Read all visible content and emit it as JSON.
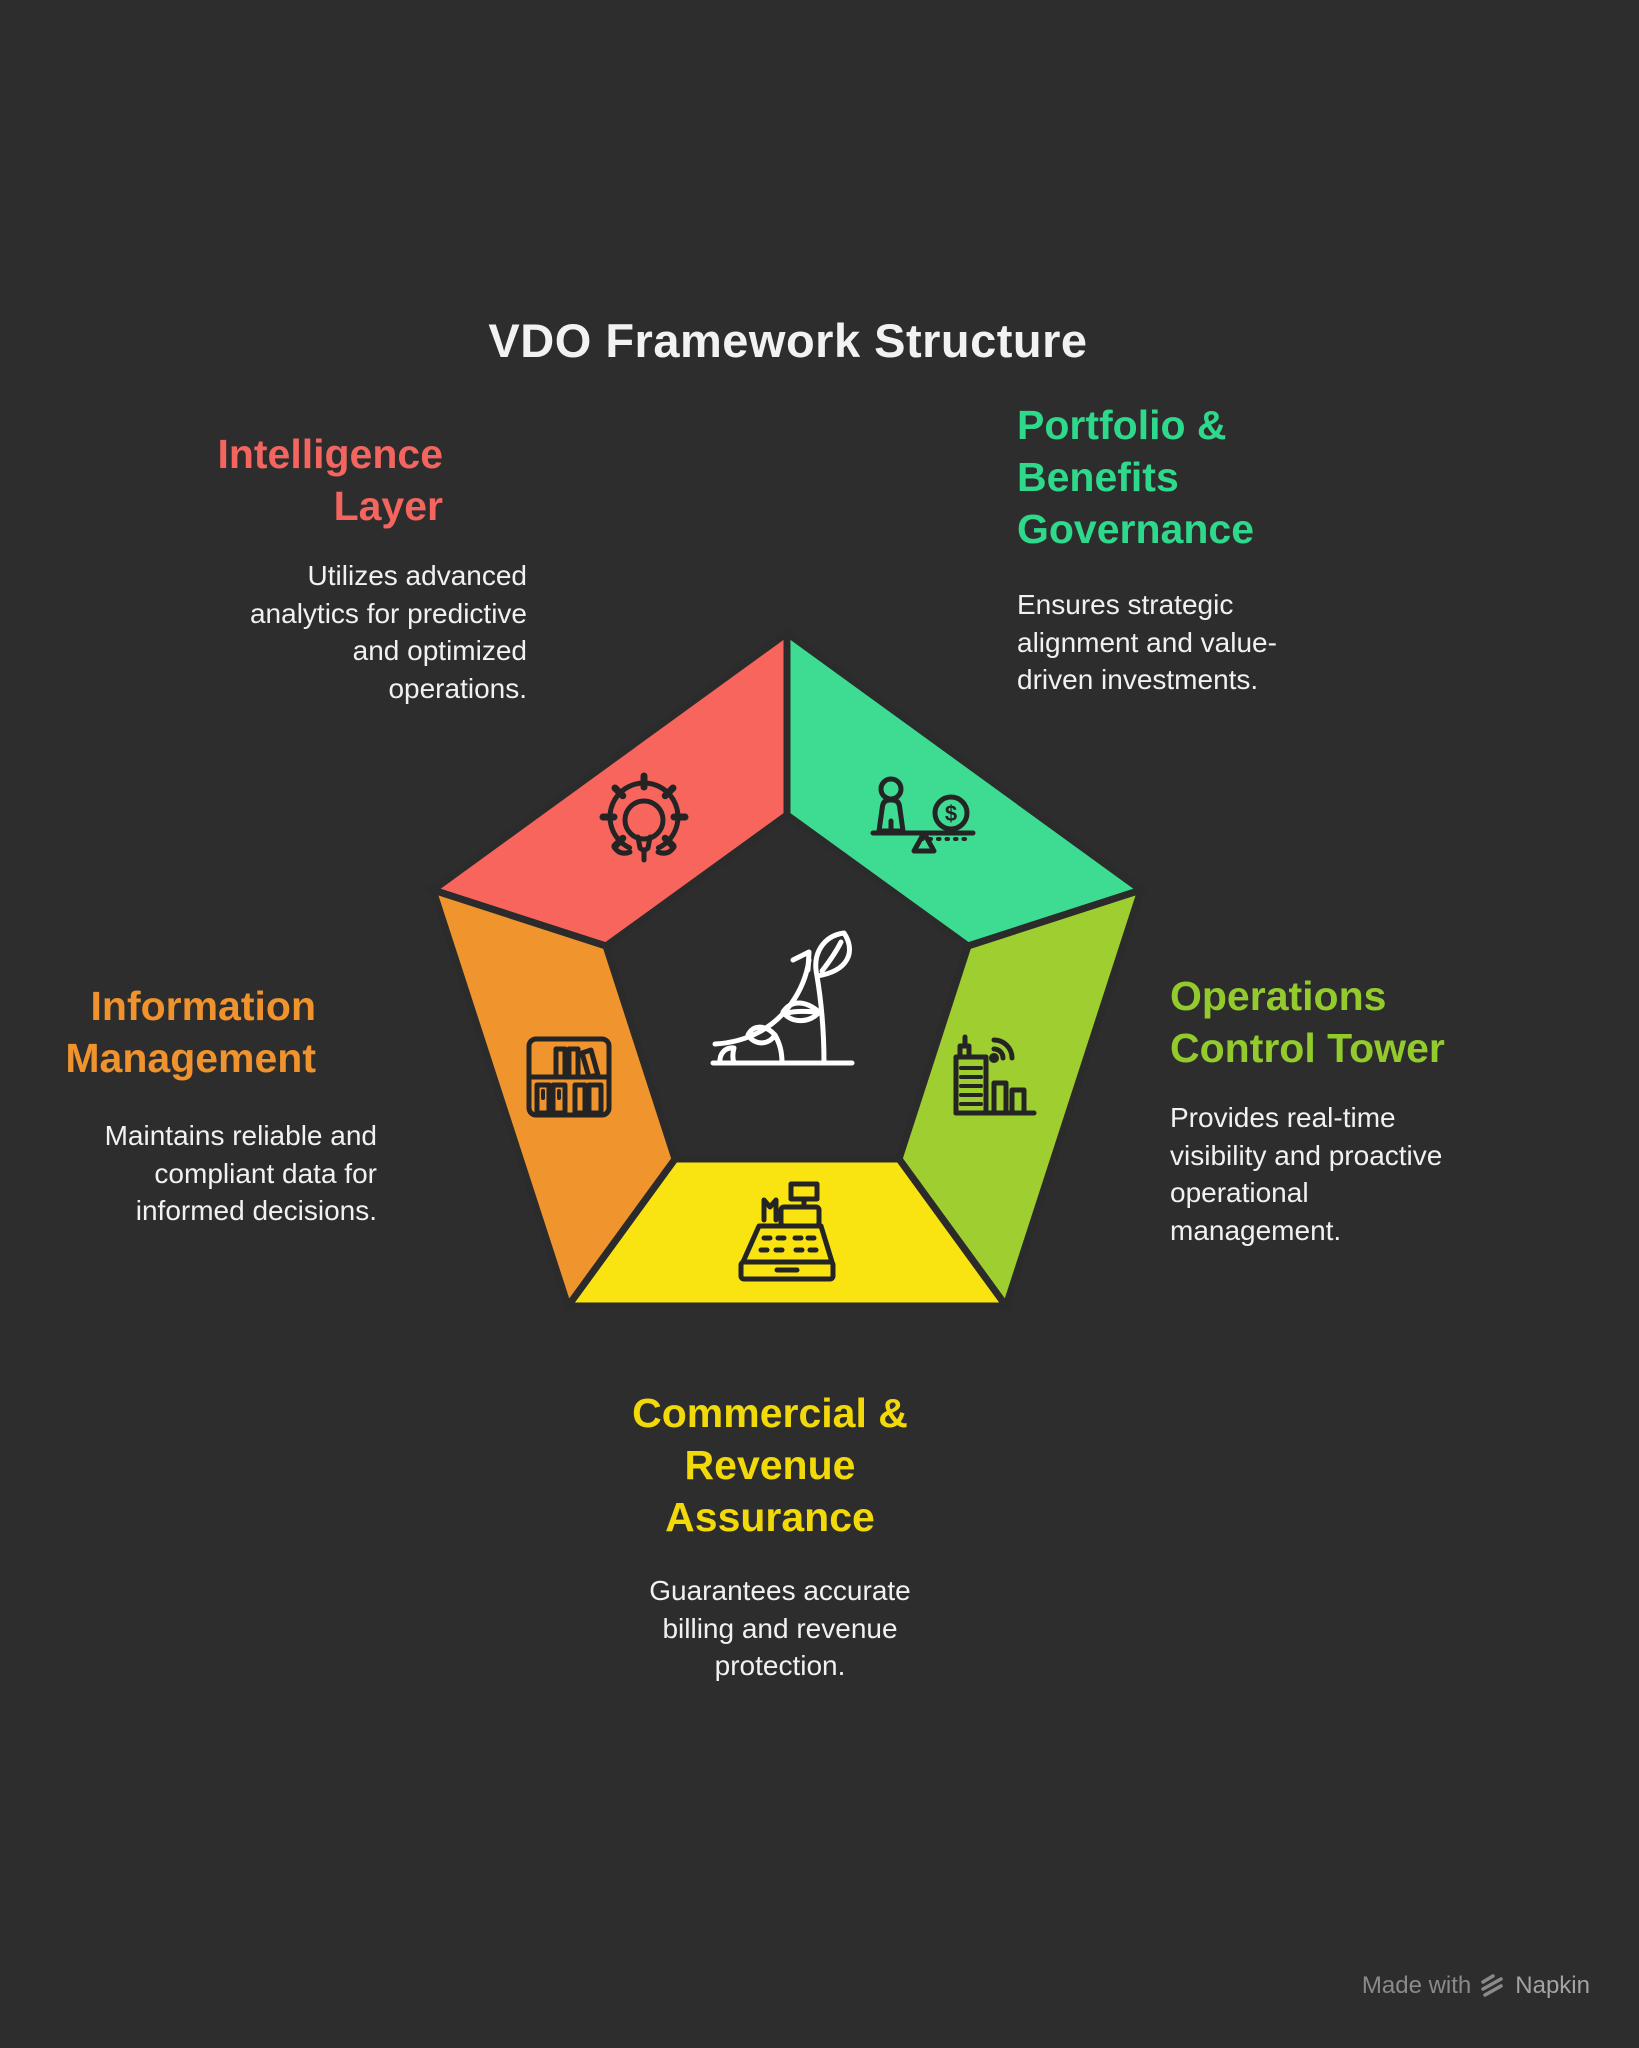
{
  "title": "VDO Framework Structure",
  "colors": {
    "background": "#2d2d2d",
    "title_text": "#f2f2f2",
    "body_text": "#f1f1f1",
    "icon_stroke": "#242424",
    "center_icon_stroke": "#ffffff",
    "watermark_text": "#8a8a8a",
    "watermark_brand": "#a3a3a3"
  },
  "segments": [
    {
      "name": "intelligence-layer",
      "heading": "Intelligence\nLayer",
      "description": "Utilizes advanced\nanalytics for predictive\nand optimized\noperations.",
      "heading_color": "#f4655f",
      "fill": "#f7655d",
      "icon": "gear-lightbulb-icon"
    },
    {
      "name": "portfolio-benefits-governance",
      "heading": "Portfolio &\nBenefits\nGovernance",
      "description": "Ensures strategic\nalignment and value-\ndriven investments.",
      "heading_color": "#2fd98b",
      "fill": "#3edc92",
      "icon": "person-money-balance-icon"
    },
    {
      "name": "operations-control-tower",
      "heading": "Operations\nControl Tower",
      "description": "Provides real-time\nvisibility and proactive\noperational\nmanagement.",
      "heading_color": "#93cb2d",
      "fill": "#9ece2f",
      "icon": "smart-building-bars-icon"
    },
    {
      "name": "commercial-revenue-assurance",
      "heading": "Commercial &\nRevenue\nAssurance",
      "description": "Guarantees accurate\nbilling and revenue\nprotection.",
      "heading_color": "#f2d90a",
      "fill": "#f9e311",
      "icon": "cash-register-icon"
    },
    {
      "name": "information-management",
      "heading": "Information\nManagement",
      "description": "Maintains reliable and\ncompliant data for\ninformed decisions.",
      "heading_color": "#f0932d",
      "fill": "#f0942e",
      "icon": "bookshelf-icon"
    }
  ],
  "center_icon": "growth-plant-icon",
  "icon_glyphs": {
    "dollar": "$"
  },
  "watermark": {
    "prefix": "Made with",
    "brand": "Napkin"
  }
}
